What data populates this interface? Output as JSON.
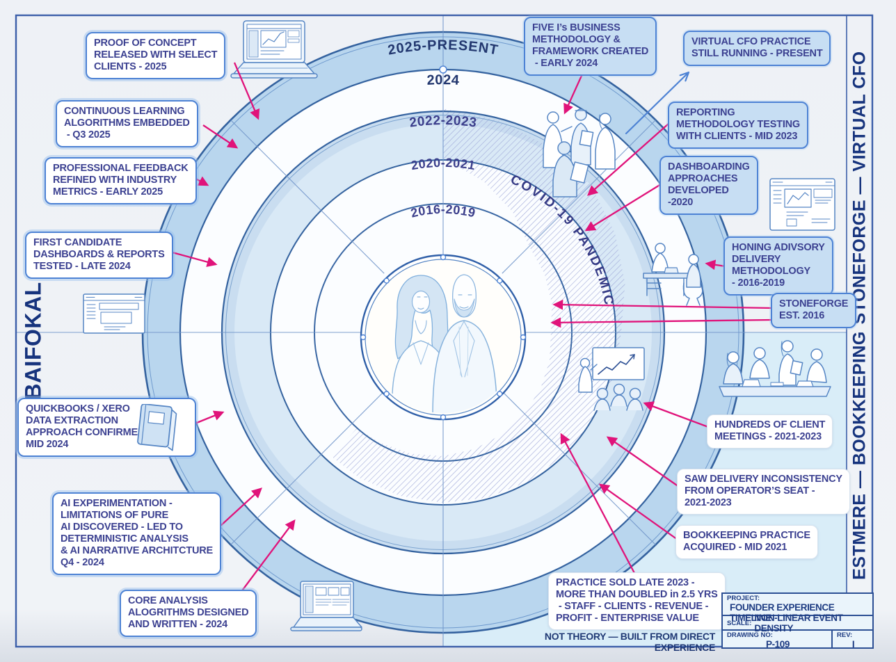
{
  "rings": {
    "labels": [
      "2016-2019",
      "2020-2021",
      "2022-2023",
      "2024",
      "2025-PRESENT"
    ],
    "covid_label": "COVID-19 PANDEMIC"
  },
  "margin_labels": {
    "left": "BAIFOKAL",
    "right_top": "STONEFORGE — VIRTUAL CFO",
    "right_bottom": "ESTMERE — BOOKKEEPING"
  },
  "callouts": [
    {
      "id": "proof-of-concept",
      "text": "PROOF OF CONCEPT\nRELEASED WITH SELECT\nCLIENTS - 2025"
    },
    {
      "id": "continuous-learning",
      "text": "CONTINUOUS LEARNING\nALGORITHMS EMBEDDED\n - Q3 2025"
    },
    {
      "id": "professional-feedback",
      "text": "PROFESSIONAL FEEDBACK\nREFINED WITH INDUSTRY\nMETRICS - EARLY 2025"
    },
    {
      "id": "first-candidate-dashboards",
      "text": "FIRST CANDIDATE\nDASHBOARDS & REPORTS\nTESTED - LATE 2024"
    },
    {
      "id": "quickbooks-xero",
      "text": "QUICKBOOKS / XERO\nDATA EXTRACTION\nAPPROACH CONFIRMED\nMID 2024"
    },
    {
      "id": "ai-experimentation",
      "text": "AI EXPERIMENTATION -\nLIMITATIONS OF PURE\nAI DISCOVERED - LED TO\nDETERMINISTIC ANALYSIS\n& AI NARRATIVE ARCHITCTURE\nQ4 - 2024"
    },
    {
      "id": "core-analysis",
      "text": "CORE ANALYSIS\nALOGRITHMS DESIGNED\nAND WRITTEN - 2024"
    },
    {
      "id": "five-is",
      "text": "FIVE I’s BUSINESS\nMETHODOLOGY &\nFRAMEWORK CREATED\n - EARLY 2024"
    },
    {
      "id": "virtual-cfo",
      "text": "VIRTUAL CFO PRACTICE\nSTILL RUNNING - PRESENT"
    },
    {
      "id": "reporting-methodology",
      "text": "REPORTING\nMETHODOLOGY TESTING\nWITH CLIENTS - MID 2023"
    },
    {
      "id": "dashboarding",
      "text": "DASHBOARDING\nAPPROACHES\nDEVELOPED\n-2020"
    },
    {
      "id": "honing-advisory",
      "text": "HONING ADIVSORY\nDELIVERY\nMETHODOLOGY\n- 2016-2019"
    },
    {
      "id": "stoneforge-est",
      "text": "STONEFORGE\nEST. 2016"
    },
    {
      "id": "hundreds-meetings",
      "text": "HUNDREDS OF CLIENT\nMEETINGS - 2021-2023"
    },
    {
      "id": "saw-delivery",
      "text": "SAW DELIVERY INCONSISTENCY\nFROM OPERATOR’S SEAT -\n2021-2023"
    },
    {
      "id": "bookkeeping-acquired",
      "text": "BOOKKEEPING PRACTICE\nACQUIRED - MID 2021"
    },
    {
      "id": "practice-sold",
      "text": "PRACTICE SOLD LATE 2023 -\nMORE THAN DOUBLED in 2.5 YRS\n - STAFF - CLIENTS - REVENUE -\nPROFIT - ENTERPRISE VALUE"
    }
  ],
  "footer": {
    "tagline": "NOT THEORY — BUILT FROM DIRECT EXPERIENCE"
  },
  "title_block": {
    "project_label": "PROJECT:",
    "project": "FOUNDER EXPERIENCE TIMELINE",
    "scale_label": "SCALE:",
    "scale": "NON-LINEAR EVENT DENSITY",
    "drawing_label": "DRAWING NO:",
    "drawing_no": "P-109",
    "rev_label": "REV:",
    "rev": "I"
  },
  "colors": {
    "accent_magenta": "#e0137a",
    "line_blue": "#2f5fa8",
    "band_blue": "#b9d6ee",
    "band_light": "#d9e9f6",
    "quadrant_tint": "#d9edf8",
    "text_indigo": "#3c4191",
    "text_navy": "#22376f",
    "hatch_line": "#9aa3d6"
  },
  "icons": {
    "names": [
      "laptop-dashboard-icon",
      "team-discussion-icon",
      "browser-dashboard-icon",
      "desk-meeting-icon",
      "presentation-chart-icon",
      "meeting-table-icon",
      "book-icon",
      "browser-window-icon",
      "laptop-report-icon",
      "founders-portrait-illustration",
      "blue-open-arrow-icon"
    ]
  }
}
